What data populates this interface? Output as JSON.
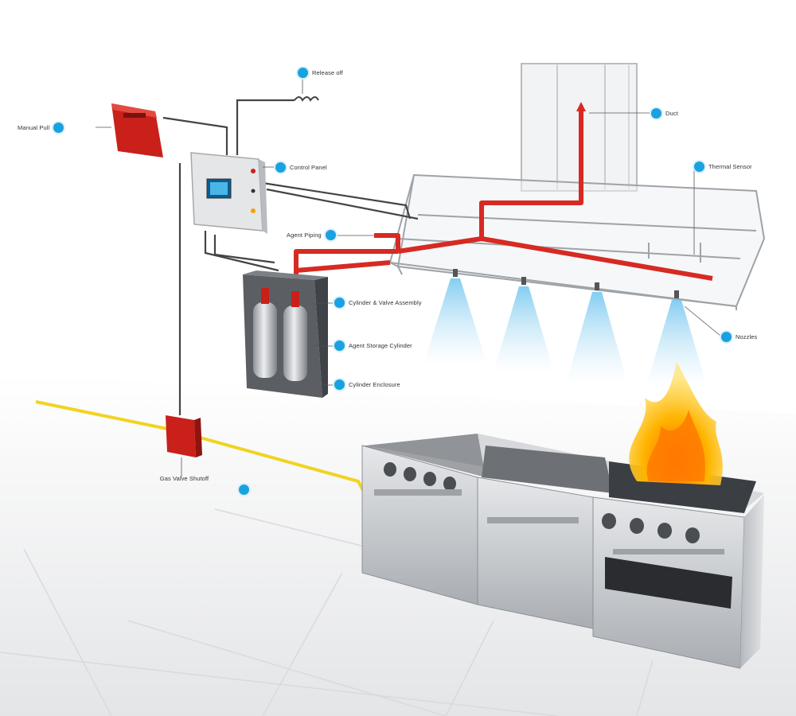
{
  "labels": {
    "manual_pull": "Manual Pull",
    "mechanical_release": "Release off",
    "control_panel": "Control Panel",
    "duct": "Duct",
    "thermal_sensor": "Thermal Sensor",
    "agent_piping": "Agent Piping",
    "cylinder_valve": "Cylinder & Valve Assembly",
    "agent_storage": "Agent Storage Cylinder",
    "cylinder_enclosure": "Cylinder Enclosure",
    "nozzles": "Nozzles",
    "gas_valve": "Gas Valve Shutoff"
  },
  "colors": {
    "accent_dot": "#1aa1e0",
    "pipe": "#d62a22",
    "wire": "#444444",
    "gas_line": "#f1d321",
    "steel": "#c6c9cd",
    "device_red": "#c9201a",
    "flame": "#f5a200"
  }
}
